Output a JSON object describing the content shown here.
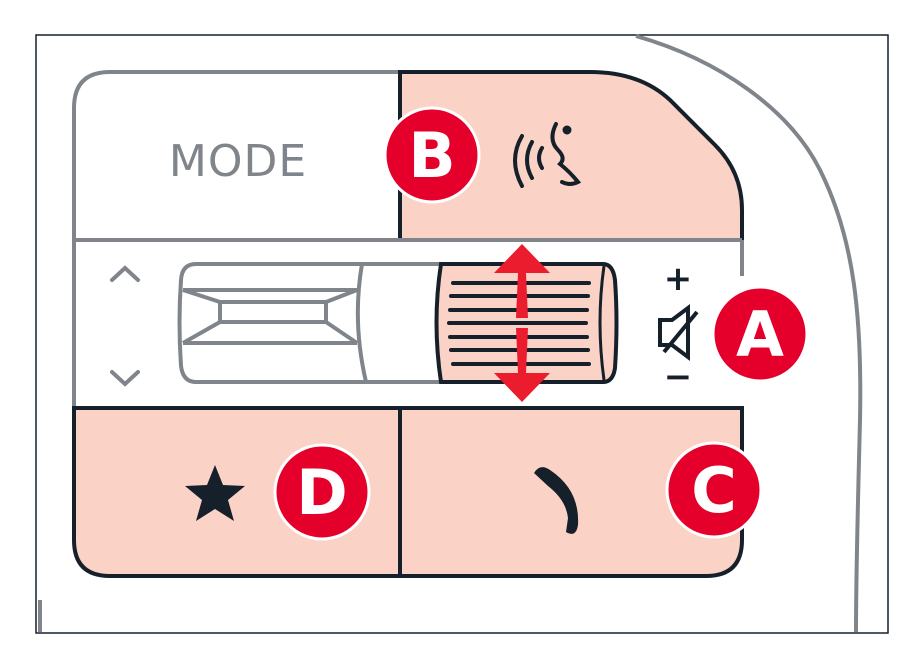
{
  "buttons": {
    "mode": {
      "label": "MODE"
    },
    "voice": {
      "badge": "B"
    },
    "volume_wheel": {
      "badge": "A",
      "plus": "+",
      "minus": "−"
    },
    "phone": {
      "badge": "C"
    },
    "favorite": {
      "badge": "D"
    }
  },
  "colors": {
    "highlight": "#fbd3c6",
    "badge": "#e4002b",
    "outline_dark": "#15202b",
    "outline_gray": "#80858b",
    "arrow": "#ea1c2d"
  }
}
